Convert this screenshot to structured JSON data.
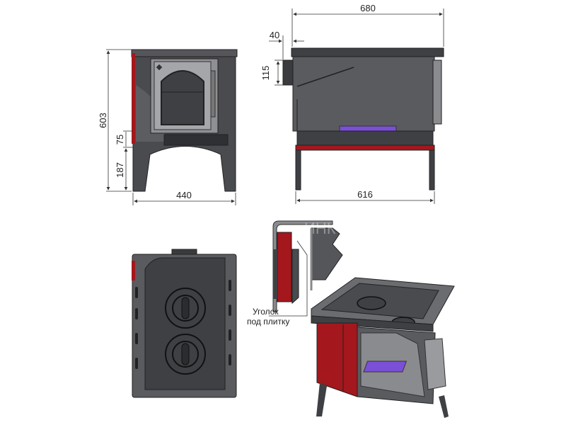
{
  "dimensions": {
    "front_height": "603",
    "front_ash_height": "75",
    "front_leg_height": "187",
    "front_width": "440",
    "side_total_length": "680",
    "side_chimney_offset": "40",
    "side_chimney_height": "115",
    "side_body_length": "616"
  },
  "detail_label": {
    "line1": "Уголок",
    "line2": "под плитку"
  },
  "watermark": "ИНК",
  "colors": {
    "body": "#4a4b4f",
    "body_light": "#6b6c70",
    "red": "#a4171c",
    "purple": "#7b4fd6",
    "door": "#9a9b9f"
  }
}
